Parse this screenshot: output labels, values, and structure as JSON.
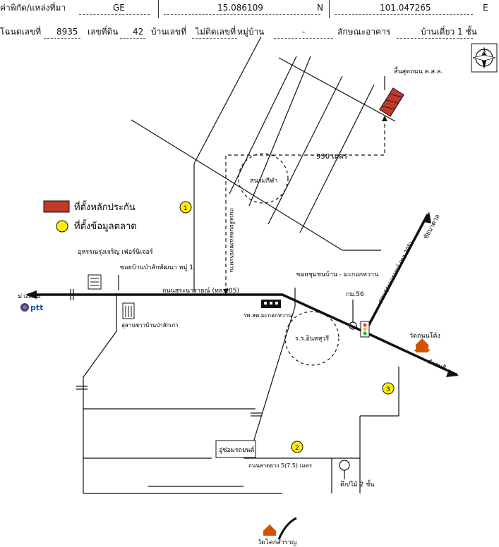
{
  "header": {
    "coord_label": "ค่าพิกัด/แหล่งที่มา",
    "coord_source": "GE",
    "lat": "15.086109",
    "lat_dir": "N",
    "lon": "101.047265",
    "lon_dir": "E",
    "deed_label": "โฉนดเลขที่",
    "deed_no": "8935",
    "land_label": "เลขที่ดิน",
    "land_no": "42",
    "house_label": "บ้านเลขที่",
    "house_value": "ไม่ติดเลขที่",
    "village_label": "หมู่บ้าน",
    "village_value": "-",
    "building_label": "ลักษณะอาคาร",
    "building_value": "บ้านเดี่ยว 1 ชั้น"
  },
  "legend": {
    "collateral": "ที่ตั้งหลักประกัน",
    "market": "ที่ตั้งข้อมูลตลาด"
  },
  "labels": {
    "road_end": "สิ้นสุดถนน ค.ส.ล.",
    "distance": "950 เมตร",
    "stadium": "สนามกีฬา",
    "soi_road": "ซอยบ้านป่าสักพัฒนา หมู่ 1",
    "alley": "ถนนเลียบคลองชลประทาน",
    "main_road": "ถนนสุระนารายณ์ (ทล.205)",
    "main_road_diag": "ถนนสุระนารายณ์ (ทล.205)",
    "to_left": "ม่วงค่อม",
    "to_chaibadan": "ชัยบาดาล",
    "to_lamsonthi": "ลำสนธิ",
    "furniture": "อุหรรณรุ่งเจริญ เฟอร์นิเจอร์",
    "cemetery": "สุสานชาวบ้านป่าสักเก่า",
    "hospital": "รพ.สต.มะกอกหวาน",
    "soi_makok": "ซอยชุมชนบ้าน - มะกอกหวาน",
    "school": "ร.ร.อินทสุวรี",
    "km": "กม.56",
    "temple": "วัดถนนโค้ง",
    "garage": "อู่ซ่อมรถยนต์",
    "asphalt": "ถนนลาดยาง 5(7.5) เมตร",
    "building2": "ตึก/ไม้ 2 ชั้น",
    "bottom_temple": "วัดโคกสำราญ",
    "ptt": "ptt",
    "north": "N",
    "m1": "1",
    "m2": "2",
    "m3": "3"
  },
  "colors": {
    "collateral": "#c0392b",
    "market": "#ffee00",
    "temple": "#d35400",
    "ptt_blue": "#1f4fa0"
  }
}
